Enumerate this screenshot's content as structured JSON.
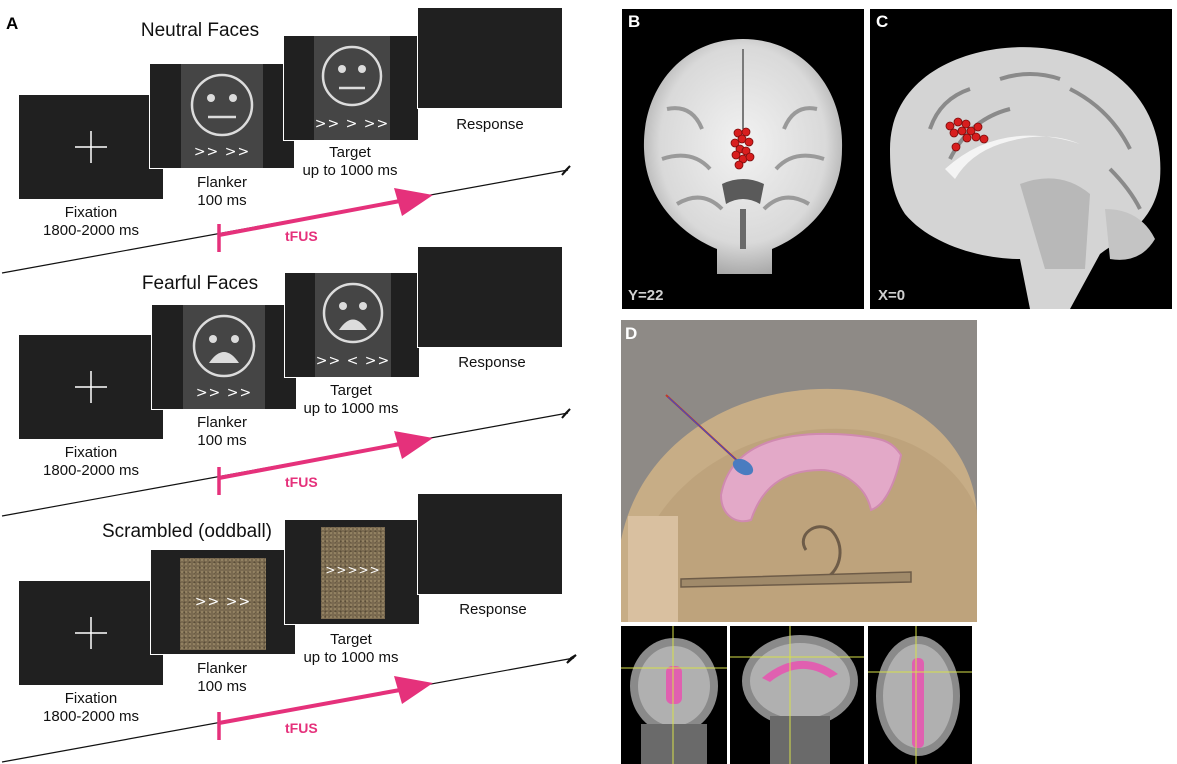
{
  "panels": {
    "a": "A",
    "b": "B",
    "c": "C",
    "d": "D"
  },
  "trials": [
    {
      "title": "Neutral Faces",
      "flanker_stim": ">>  >>",
      "target_stim": ">> > >>",
      "face": "neutral-face-icon"
    },
    {
      "title": "Fearful Faces",
      "flanker_stim": ">> >>",
      "target_stim": ">> < >>",
      "face": "fearful-face-icon"
    },
    {
      "title": "Scrambled (oddball)",
      "flanker_stim": ">>  >>",
      "target_stim": ">>>>>",
      "face": "scrambled-image"
    }
  ],
  "labels": {
    "fixation": "Fixation",
    "fixation_time": "1800-2000 ms",
    "flanker": "Flanker",
    "flanker_time": "100 ms",
    "target": "Target",
    "target_time": "up to 1000 ms",
    "response": "Response",
    "tfus": "tFUS"
  },
  "mri": {
    "coronal_coord": "Y=22",
    "sagittal_coord": "X=0"
  },
  "colors": {
    "accent_pink": "#e5317b",
    "screen_dark": "#202020",
    "target_red": "#d81e1e"
  }
}
